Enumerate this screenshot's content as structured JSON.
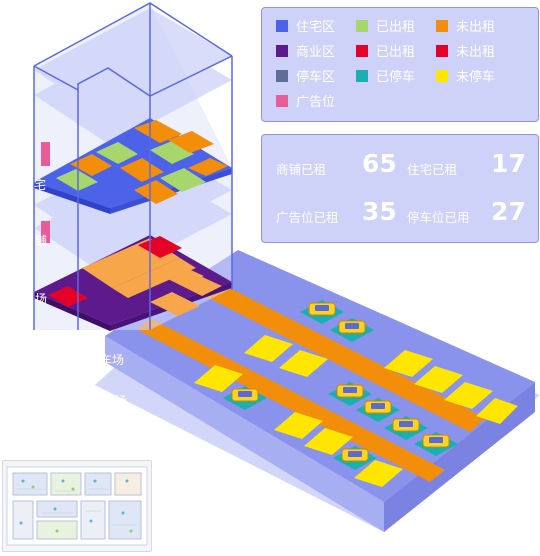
{
  "legend": {
    "items": [
      {
        "label": "住宅区",
        "color": "#4c62e8"
      },
      {
        "label": "已出租",
        "color": "#a6d66c"
      },
      {
        "label": "未出租",
        "color": "#f28e0a"
      },
      {
        "label": "商业区",
        "color": "#5c1a8c"
      },
      {
        "label": "已出租",
        "color": "#e60028"
      },
      {
        "label": "未出租",
        "color": "#e60028"
      },
      {
        "label": "停车区",
        "color": "#5f6d99"
      },
      {
        "label": "已停车",
        "color": "#1ab0b0"
      },
      {
        "label": "未停车",
        "color": "#ffe600"
      },
      {
        "label": "广告位",
        "color": "#e85c9a"
      }
    ]
  },
  "stats": {
    "shop_rented_label": "商铺已租",
    "shop_rented_value": "65",
    "residence_rented_label": "住宅已租",
    "residence_rented_value": "17",
    "ad_rented_label": "广告位已租",
    "ad_rented_value": "35",
    "parking_used_label": "停车位已用",
    "parking_used_value": "27"
  },
  "floor_labels": {
    "residential": "宅",
    "commercial_a": "铺",
    "commercial_b": "场",
    "parking_a": "停车场",
    "parking_b": "车场"
  }
}
